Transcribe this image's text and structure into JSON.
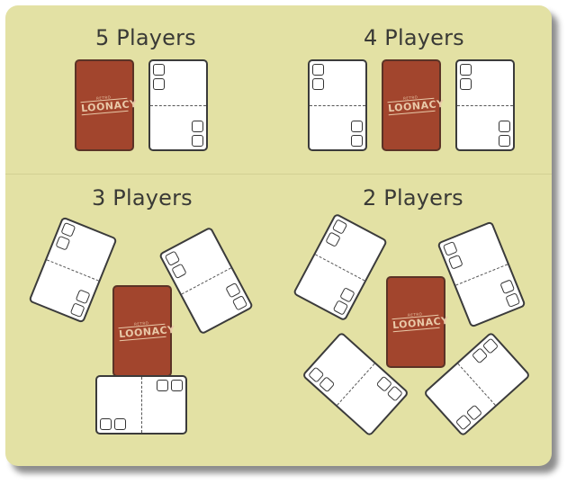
{
  "sections": [
    {
      "title": "5 Players"
    },
    {
      "title": "4 Players"
    },
    {
      "title": "3 Players"
    },
    {
      "title": "2 Players"
    }
  ],
  "card_back": {
    "logo_text": "LOONACY",
    "logo_small_text": "RETRO"
  },
  "colors": {
    "panel": "#e3e1a4",
    "card_back": "#a2452d",
    "card_face": "#ffffff",
    "outline": "#3b3b3b"
  }
}
